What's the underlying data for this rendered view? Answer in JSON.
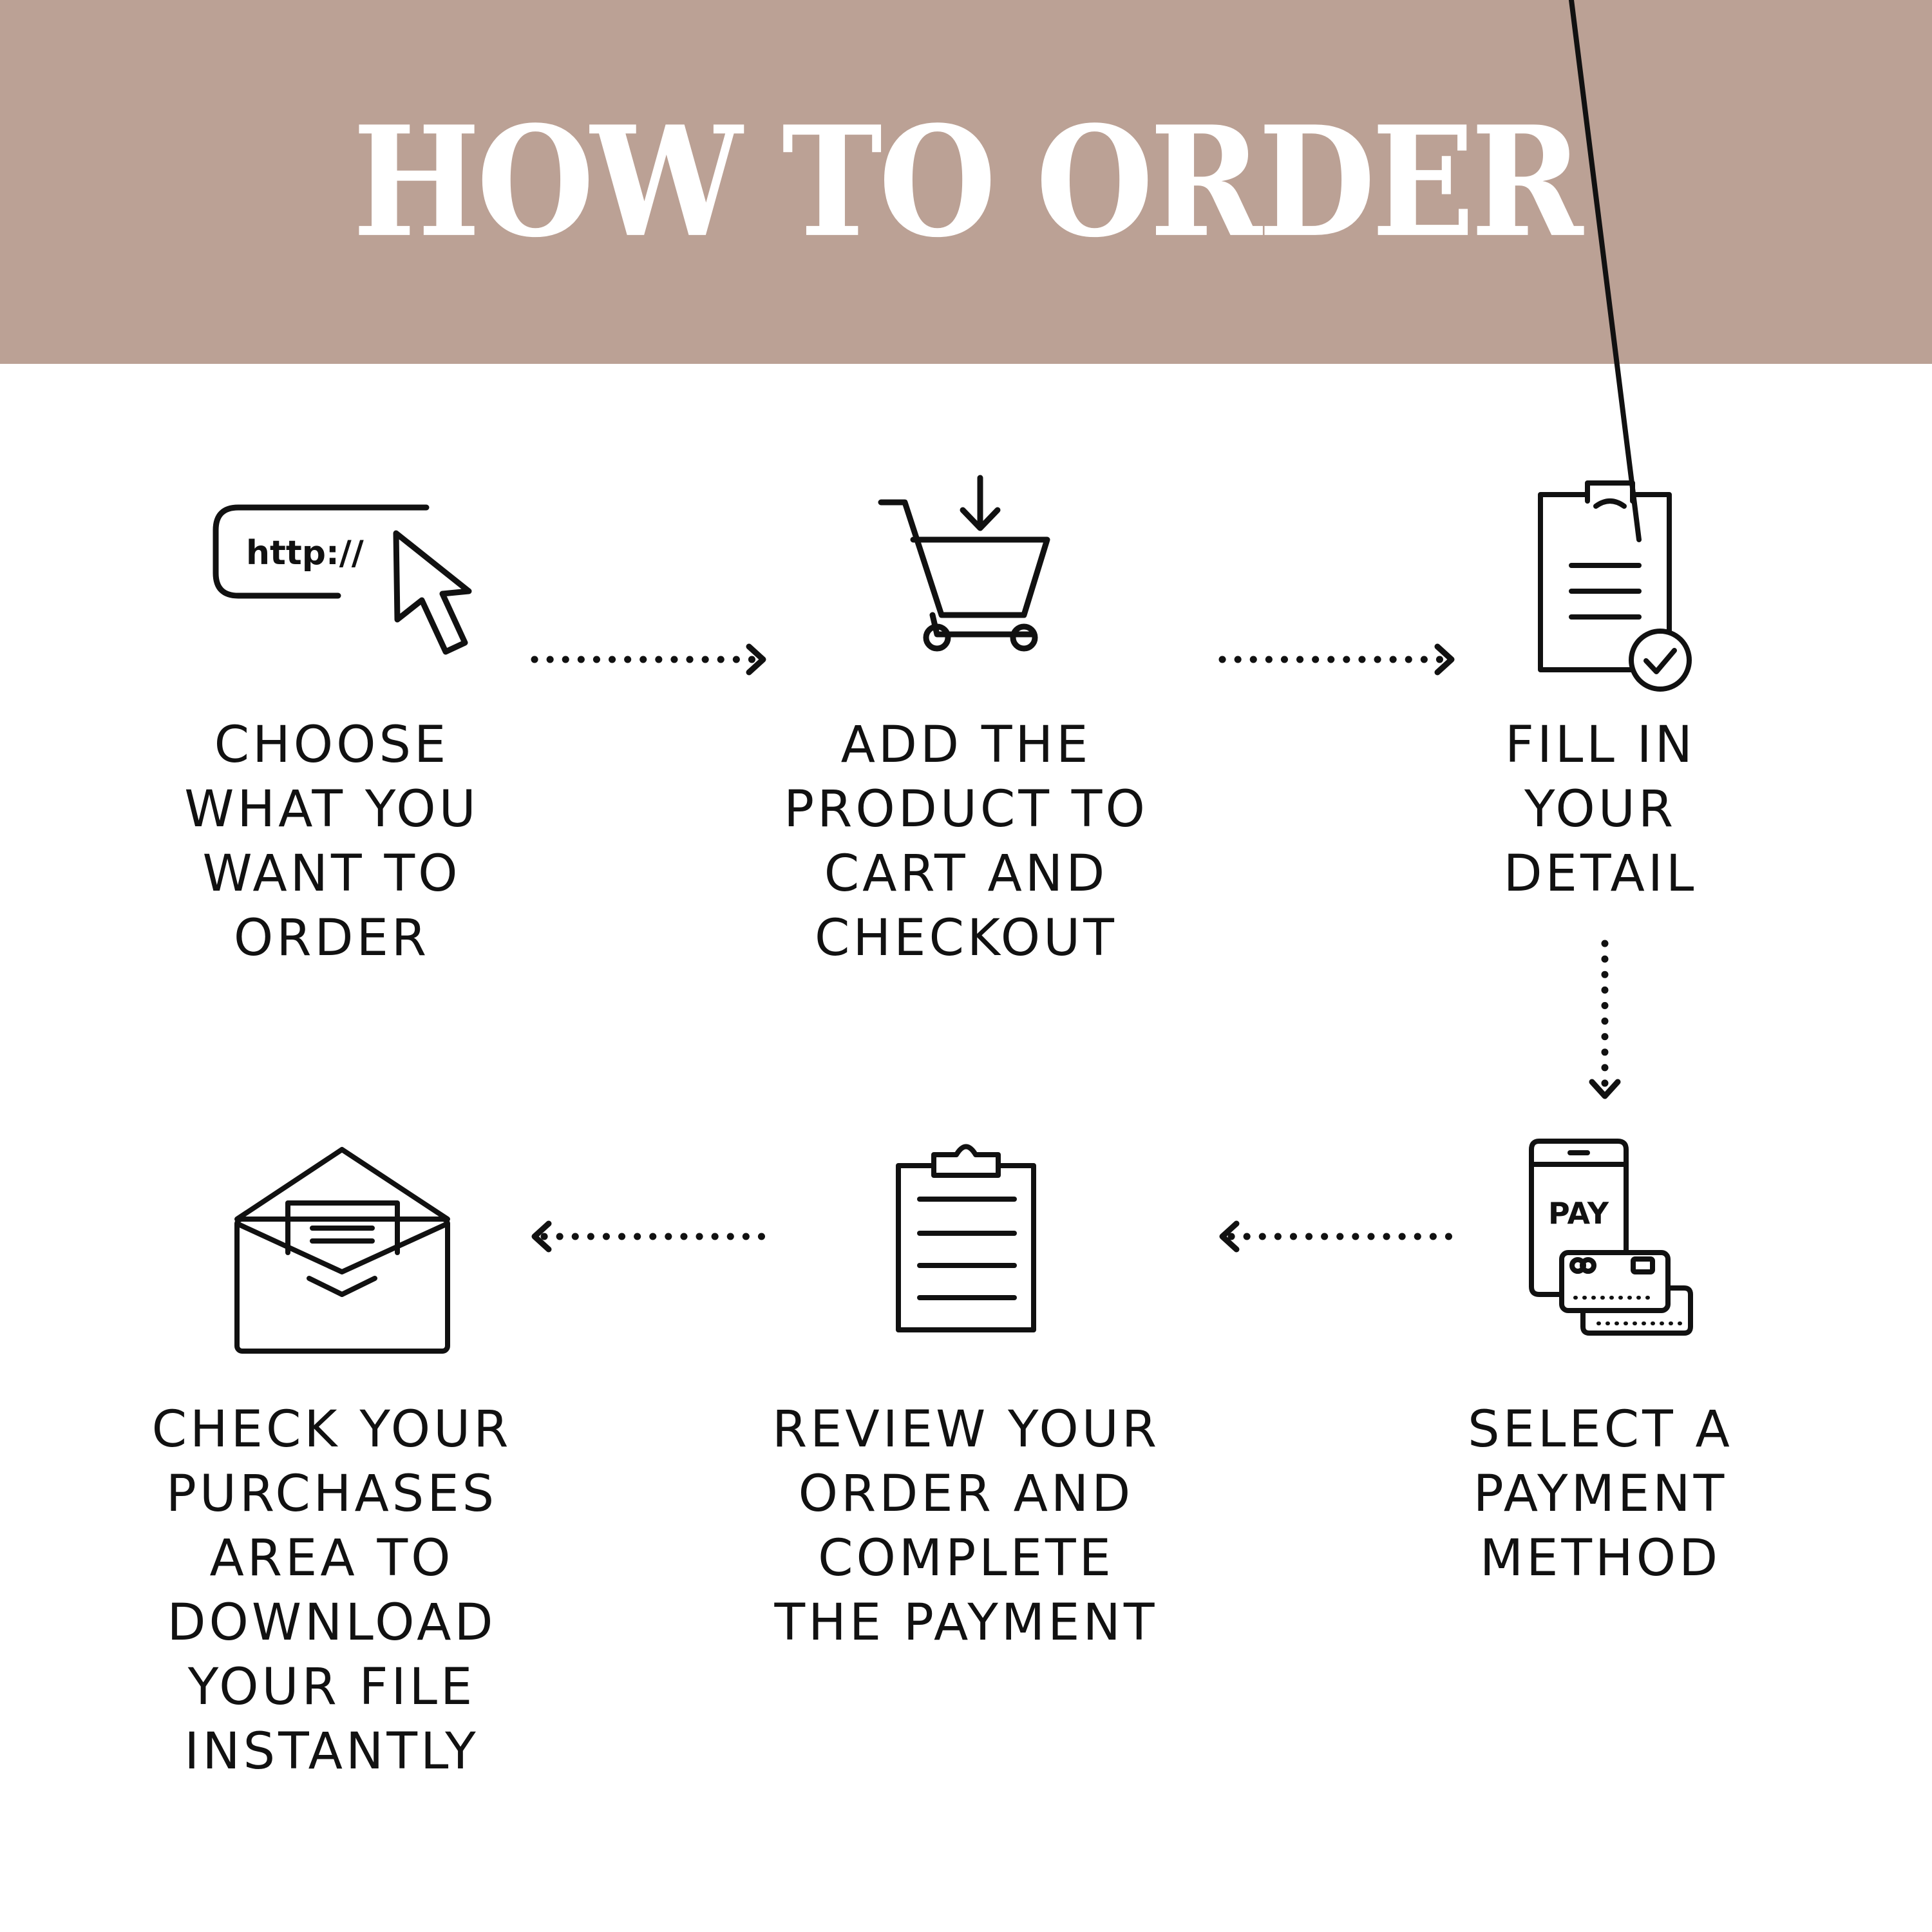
{
  "header": {
    "title": "HOW TO ORDER",
    "background_color": "#bba195",
    "title_color": "#ffffff"
  },
  "steps": [
    {
      "lines": [
        "CHOOSE",
        "WHAT YOU",
        "WANT TO",
        "ORDER"
      ],
      "icon": "browser-url-cursor-icon",
      "url_text": "http://"
    },
    {
      "lines": [
        "ADD THE",
        "PRODUCT TO",
        "CART AND",
        "CHECKOUT"
      ],
      "icon": "shopping-cart-icon"
    },
    {
      "lines": [
        "FILL IN",
        "YOUR",
        "DETAIL"
      ],
      "icon": "form-check-icon"
    },
    {
      "lines": [
        "SELECT A",
        "PAYMENT",
        "METHOD"
      ],
      "icon": "phone-pay-cards-icon",
      "pay_text": "PAY"
    },
    {
      "lines": [
        "REVIEW YOUR",
        "ORDER AND",
        "COMPLETE",
        "THE PAYMENT"
      ],
      "icon": "clipboard-icon"
    },
    {
      "lines": [
        "CHECK YOUR",
        "PURCHASES",
        "AREA TO",
        "DOWNLOAD",
        "YOUR FILE",
        "INSTANTLY"
      ],
      "icon": "open-envelope-icon"
    }
  ],
  "connectors": [
    "right",
    "right",
    "down",
    "left",
    "left"
  ],
  "colors": {
    "ink": "#111111",
    "page": "#ffffff"
  }
}
